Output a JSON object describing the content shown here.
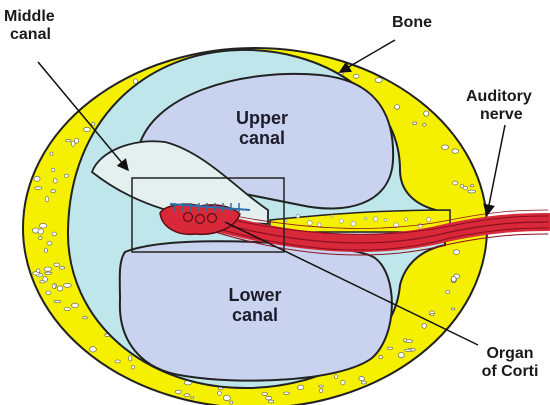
{
  "labels": {
    "middle_canal": [
      "Middle",
      "canal"
    ],
    "bone": "Bone",
    "auditory_nerve": [
      "Auditory",
      "nerve"
    ],
    "upper_canal": [
      "Upper",
      "canal"
    ],
    "lower_canal": [
      "Lower",
      "canal"
    ],
    "organ_of_corti": [
      "Organ",
      "of Corti"
    ]
  },
  "colors": {
    "bone": "#f5f000",
    "fluid": "#bfe6ea",
    "canal": "#c9d3f0",
    "nerve": "#d8283a",
    "outline": "#222222"
  }
}
